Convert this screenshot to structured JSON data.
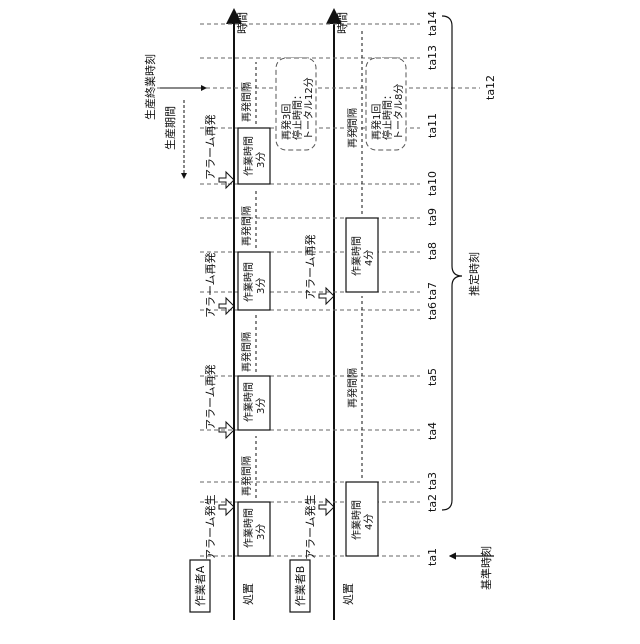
{
  "workers": {
    "a": {
      "label": "作業者A",
      "process": "処置",
      "time_axis": "時間"
    },
    "b": {
      "label": "作業者B",
      "process": "処置",
      "time_axis": "時間"
    }
  },
  "events": {
    "alarm_occurred": "アラーム発生",
    "alarm_reoccurred": "アラーム再発",
    "work_time_3": [
      "作業時間",
      "3分"
    ],
    "work_time_4": [
      "作業時間",
      "4分"
    ],
    "interval": "再発間隔"
  },
  "notes": {
    "a": [
      "再発3回",
      "停止時間：",
      "トータル12分"
    ],
    "b": [
      "再発1回",
      "停止時間：",
      "トータル8分"
    ]
  },
  "ticks": [
    "ta1",
    "ta2",
    "ta3",
    "ta4",
    "ta5",
    "ta6",
    "ta7",
    "ta8",
    "ta9",
    "ta10",
    "ta11",
    "ta12",
    "ta13",
    "ta14"
  ],
  "labels": {
    "production_end": "生産終業時刻",
    "production_period": "生産期間",
    "estimated": "推定時刻",
    "reference": "基準時刻"
  }
}
